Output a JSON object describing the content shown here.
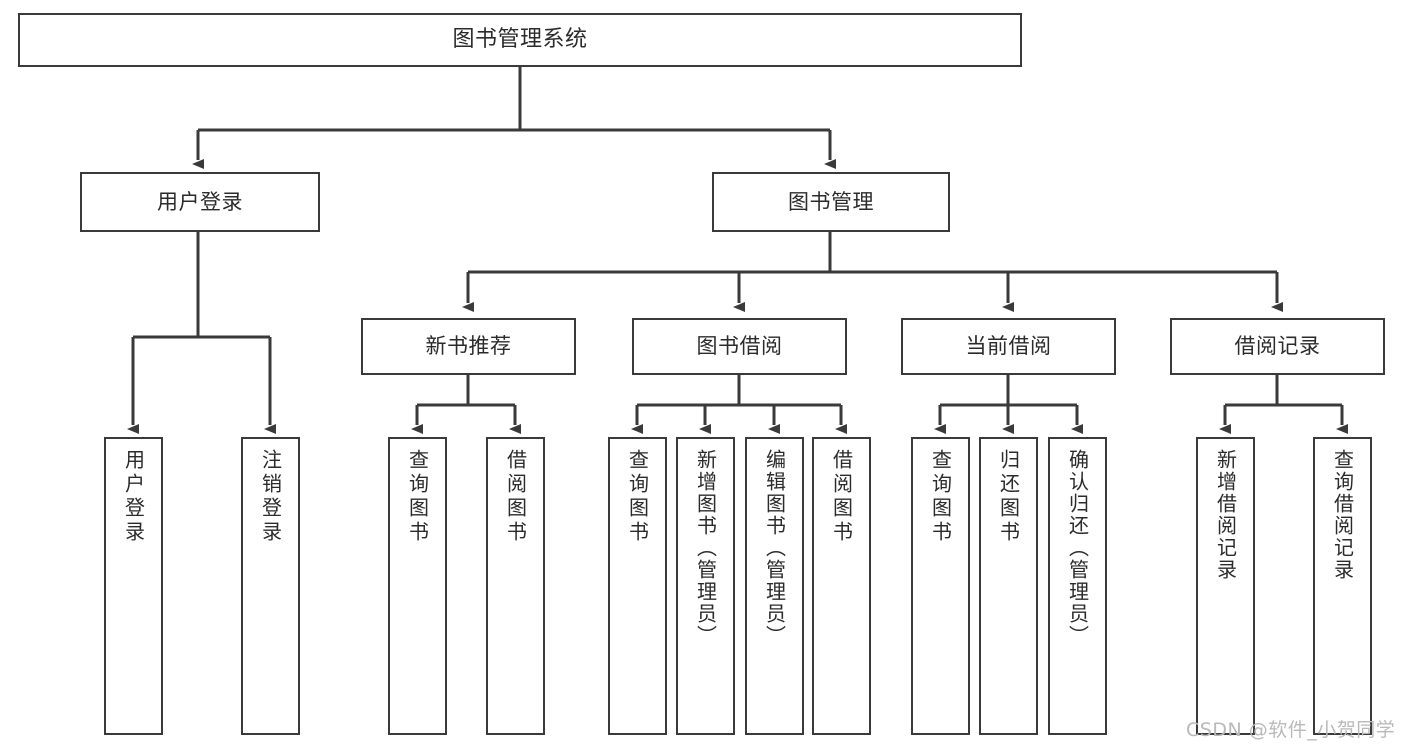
{
  "diagram": {
    "title": "图书管理系统",
    "type": "tree-hierarchy-chart",
    "root": {
      "label": "图书管理系统"
    },
    "level1": [
      {
        "label": "用户登录"
      },
      {
        "label": "图书管理"
      }
    ],
    "level2": [
      {
        "label": "新书推荐"
      },
      {
        "label": "图书借阅"
      },
      {
        "label": "当前借阅"
      },
      {
        "label": "借阅记录"
      }
    ],
    "leaves_user_login": [
      {
        "label": "用户登录"
      },
      {
        "label": "注销登录"
      }
    ],
    "leaves_new_book": [
      {
        "label": "查询图书"
      },
      {
        "label": "借阅图书"
      }
    ],
    "leaves_borrow": [
      {
        "label": "查询图书"
      },
      {
        "label": "新增图书（管理员）"
      },
      {
        "label": "编辑图书（管理员）"
      },
      {
        "label": "借阅图书"
      }
    ],
    "leaves_current": [
      {
        "label": "查询图书"
      },
      {
        "label": "归还图书"
      },
      {
        "label": "确认归还（管理员）"
      }
    ],
    "leaves_record": [
      {
        "label": "新增借阅记录"
      },
      {
        "label": "查询借阅记录"
      }
    ]
  },
  "watermark": {
    "text": "CSDN @软件_小贺同学"
  },
  "colors": {
    "background": "#ffffff",
    "box_border": "#3a3a3a",
    "box_fill": "#ffffff",
    "connector": "#3a3a3a",
    "text": "#2b2b2b",
    "watermark": "#b9b9b9"
  }
}
